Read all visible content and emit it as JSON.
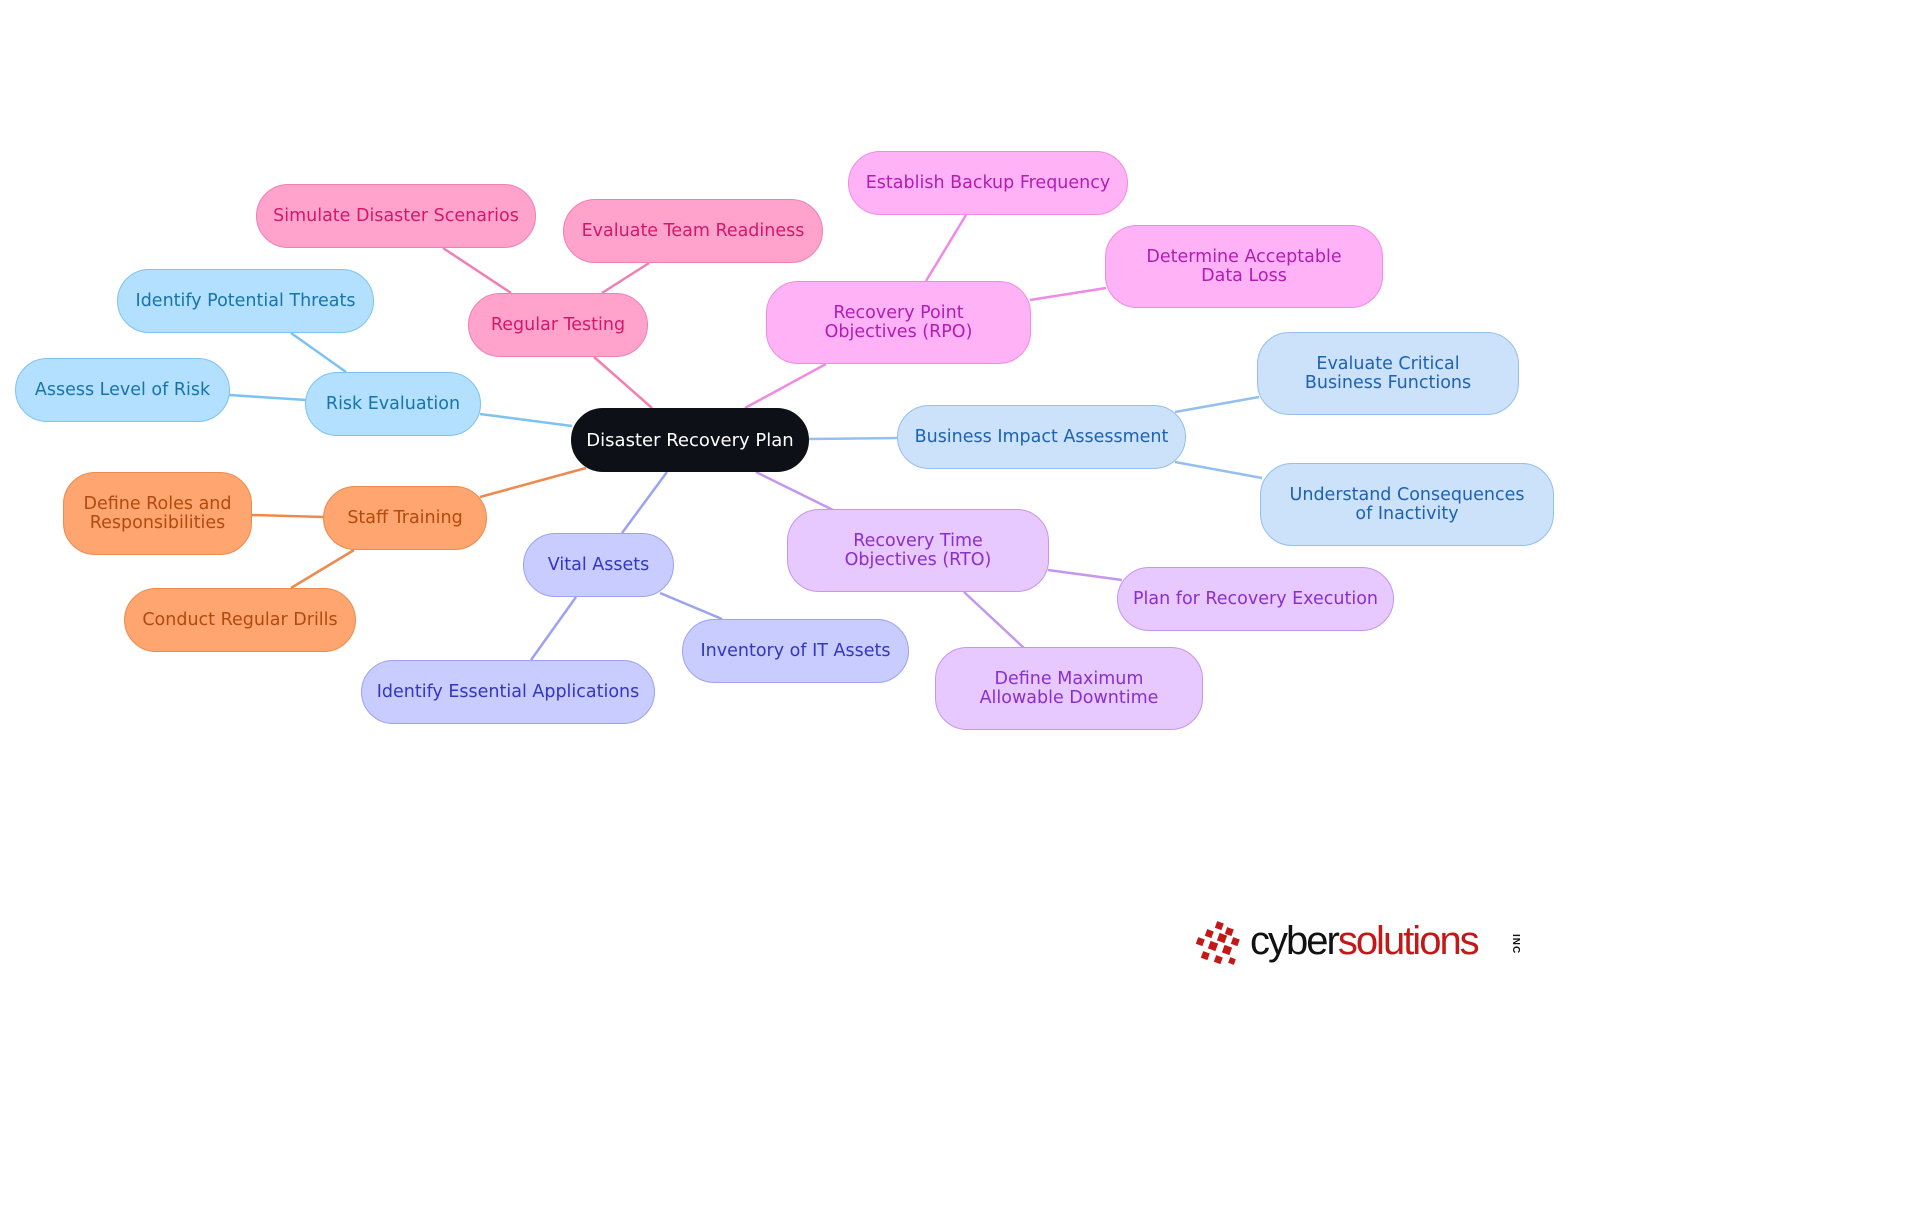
{
  "root": {
    "label": "Disaster Recovery Plan"
  },
  "branches": {
    "regular_testing": {
      "label": "Regular Testing",
      "children": [
        "Simulate Disaster Scenarios",
        "Evaluate Team Readiness"
      ],
      "color": "#ffa3cc"
    },
    "rpo": {
      "label": "Recovery Point Objectives (RPO)",
      "children": [
        "Establish Backup Frequency",
        "Determine Acceptable Data Loss"
      ],
      "color": "#ffb3f6"
    },
    "risk_evaluation": {
      "label": "Risk Evaluation",
      "children": [
        "Identify Potential Threats",
        "Assess Level of Risk"
      ],
      "color": "#b3e0ff"
    },
    "bia": {
      "label": "Business Impact Assessment",
      "children": [
        "Evaluate Critical Business Functions",
        "Understand Consequences of Inactivity"
      ],
      "color": "#cce1fa"
    },
    "staff_training": {
      "label": "Staff Training",
      "children": [
        "Define Roles and Responsibilities",
        "Conduct Regular Drills"
      ],
      "color": "#ffa56f"
    },
    "vital_assets": {
      "label": "Vital Assets",
      "children": [
        "Inventory of IT Assets",
        "Identify Essential Applications"
      ],
      "color": "#c8ccff"
    },
    "rto": {
      "label": "Recovery Time Objectives (RTO)",
      "children": [
        "Plan for Recovery Execution",
        "Define Maximum Allowable Downtime"
      ],
      "color": "#e7c8ff"
    }
  },
  "logo": {
    "part1": "cyber",
    "part2": "solutions",
    "suffix": "INC",
    "brand_red": "#c41818"
  }
}
